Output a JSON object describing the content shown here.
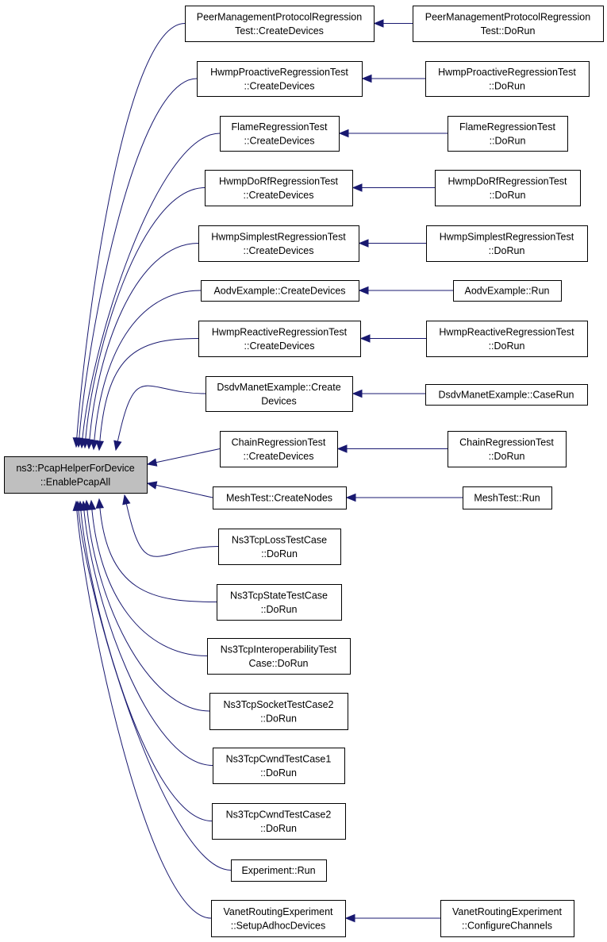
{
  "diagram": {
    "type": "call-graph",
    "edge_color": "#191970",
    "root_fill": "#bfbfbf",
    "root": {
      "id": "root",
      "lines": [
        "ns3::PcapHelperForDevice",
        "::EnablePcapAll"
      ]
    },
    "callers": [
      {
        "id": "c1",
        "lines": [
          "PeerManagementProtocolRegression",
          "Test::CreateDevices"
        ]
      },
      {
        "id": "c2",
        "lines": [
          "HwmpProactiveRegressionTest",
          "::CreateDevices"
        ]
      },
      {
        "id": "c3",
        "lines": [
          "FlameRegressionTest",
          "::CreateDevices"
        ]
      },
      {
        "id": "c4",
        "lines": [
          "HwmpDoRfRegressionTest",
          "::CreateDevices"
        ]
      },
      {
        "id": "c5",
        "lines": [
          "HwmpSimplestRegressionTest",
          "::CreateDevices"
        ]
      },
      {
        "id": "c6",
        "lines": [
          "AodvExample::CreateDevices"
        ]
      },
      {
        "id": "c7",
        "lines": [
          "HwmpReactiveRegressionTest",
          "::CreateDevices"
        ]
      },
      {
        "id": "c8",
        "lines": [
          "DsdvManetExample::Create",
          "Devices"
        ]
      },
      {
        "id": "c9",
        "lines": [
          "ChainRegressionTest",
          "::CreateDevices"
        ]
      },
      {
        "id": "c10",
        "lines": [
          "MeshTest::CreateNodes"
        ]
      },
      {
        "id": "c11",
        "lines": [
          "Ns3TcpLossTestCase",
          "::DoRun"
        ]
      },
      {
        "id": "c12",
        "lines": [
          "Ns3TcpStateTestCase",
          "::DoRun"
        ]
      },
      {
        "id": "c13",
        "lines": [
          "Ns3TcpInteroperabilityTest",
          "Case::DoRun"
        ]
      },
      {
        "id": "c14",
        "lines": [
          "Ns3TcpSocketTestCase2",
          "::DoRun"
        ]
      },
      {
        "id": "c15",
        "lines": [
          "Ns3TcpCwndTestCase1",
          "::DoRun"
        ]
      },
      {
        "id": "c16",
        "lines": [
          "Ns3TcpCwndTestCase2",
          "::DoRun"
        ]
      },
      {
        "id": "c17",
        "lines": [
          "Experiment::Run"
        ]
      },
      {
        "id": "c18",
        "lines": [
          "VanetRoutingExperiment",
          "::SetupAdhocDevices"
        ]
      }
    ],
    "second_level": [
      {
        "id": "s1",
        "calls": "c1",
        "lines": [
          "PeerManagementProtocolRegression",
          "Test::DoRun"
        ]
      },
      {
        "id": "s2",
        "calls": "c2",
        "lines": [
          "HwmpProactiveRegressionTest",
          "::DoRun"
        ]
      },
      {
        "id": "s3",
        "calls": "c3",
        "lines": [
          "FlameRegressionTest",
          "::DoRun"
        ]
      },
      {
        "id": "s4",
        "calls": "c4",
        "lines": [
          "HwmpDoRfRegressionTest",
          "::DoRun"
        ]
      },
      {
        "id": "s5",
        "calls": "c5",
        "lines": [
          "HwmpSimplestRegressionTest",
          "::DoRun"
        ]
      },
      {
        "id": "s6",
        "calls": "c6",
        "lines": [
          "AodvExample::Run"
        ]
      },
      {
        "id": "s7",
        "calls": "c7",
        "lines": [
          "HwmpReactiveRegressionTest",
          "::DoRun"
        ]
      },
      {
        "id": "s8",
        "calls": "c8",
        "lines": [
          "DsdvManetExample::CaseRun"
        ]
      },
      {
        "id": "s9",
        "calls": "c9",
        "lines": [
          "ChainRegressionTest",
          "::DoRun"
        ]
      },
      {
        "id": "s10",
        "calls": "c10",
        "lines": [
          "MeshTest::Run"
        ]
      },
      {
        "id": "s18",
        "calls": "c18",
        "lines": [
          "VanetRoutingExperiment",
          "::ConfigureChannels"
        ]
      }
    ]
  }
}
